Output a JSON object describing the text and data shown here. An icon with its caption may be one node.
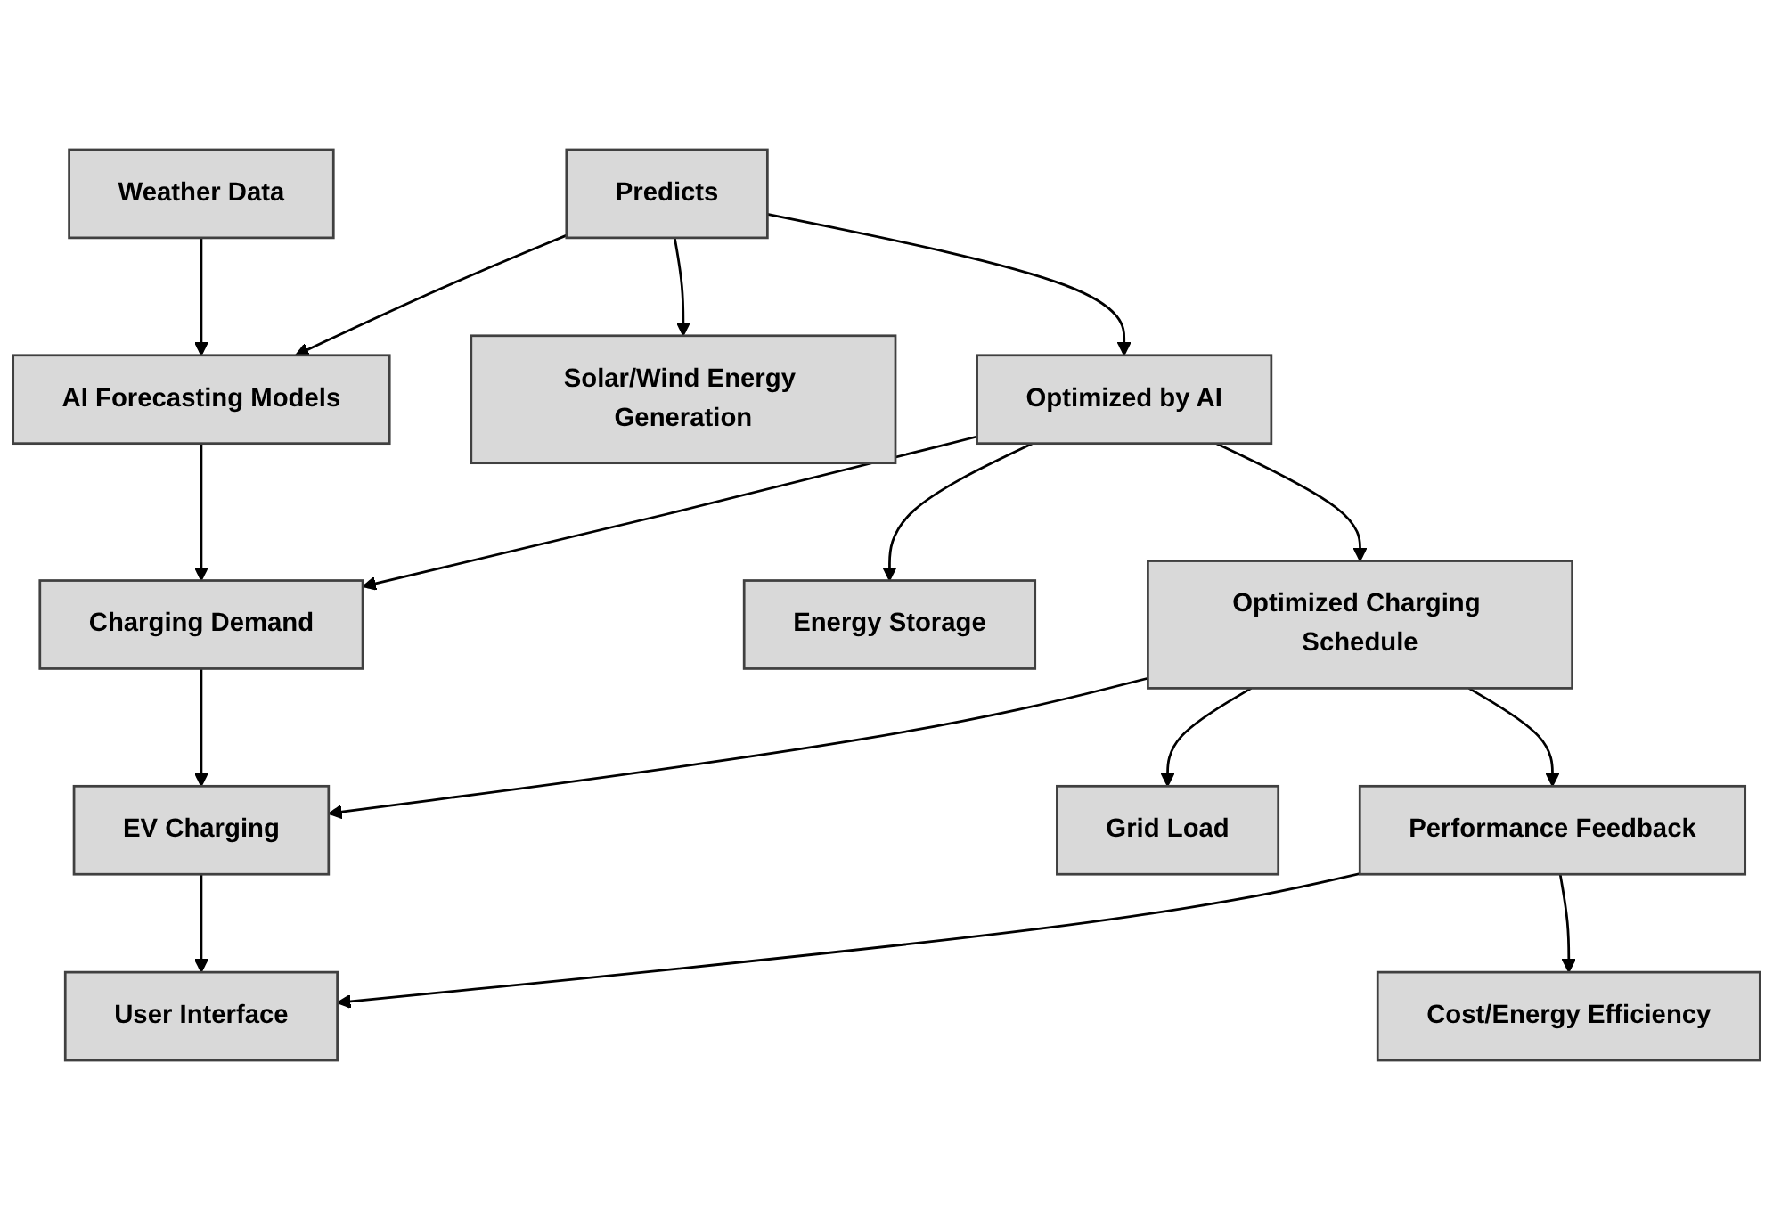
{
  "diagram": {
    "nodes": [
      {
        "text": [
          "Weather Data"
        ]
      },
      {
        "text": [
          "AI Forecasting Models"
        ]
      },
      {
        "text": [
          "Predicts"
        ]
      },
      {
        "text": [
          "Solar/Wind Energy Generation"
        ]
      },
      {
        "text": [
          "Charging Demand"
        ]
      },
      {
        "text": [
          "Optimized by AI"
        ]
      },
      {
        "text": [
          "Energy Storage"
        ]
      },
      {
        "text": [
          "EV Charging"
        ]
      },
      {
        "text": [
          "Optimized Charging Schedule"
        ]
      },
      {
        "text": [
          "Grid Load"
        ]
      },
      {
        "text": [
          "User Interface"
        ]
      },
      {
        "text": [
          "Performance Feedback"
        ]
      },
      {
        "text": [
          "Cost/Energy Efficiency"
        ]
      }
    ],
    "edges": [
      {
        "from": 0,
        "to": 1,
        "arrow": "to"
      },
      {
        "from": 2,
        "to": 1,
        "arrow": "to"
      },
      {
        "from": 2,
        "to": 3,
        "arrow": "to"
      },
      {
        "from": 1,
        "to": 4,
        "arrow": "to"
      },
      {
        "from": 2,
        "to": 5,
        "arrow": "to"
      },
      {
        "from": 5,
        "to": 4,
        "arrow": "to"
      },
      {
        "from": 5,
        "to": 6,
        "arrow": "to"
      },
      {
        "from": 4,
        "to": 7,
        "arrow": "to"
      },
      {
        "from": 5,
        "to": 8,
        "arrow": "to"
      },
      {
        "from": 8,
        "to": 7,
        "arrow": "to"
      },
      {
        "from": 8,
        "to": 9,
        "arrow": "to"
      },
      {
        "from": 7,
        "to": 10,
        "arrow": "to"
      },
      {
        "from": 8,
        "to": 11,
        "arrow": "to"
      },
      {
        "from": 11,
        "to": 10,
        "arrow": "to"
      },
      {
        "from": 11,
        "to": 12,
        "arrow": "to"
      }
    ]
  }
}
